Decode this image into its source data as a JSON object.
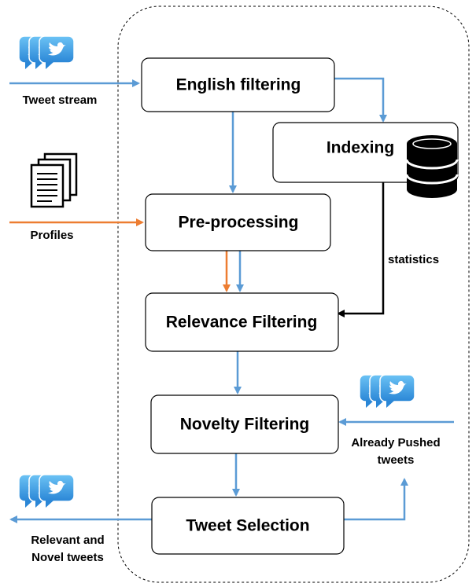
{
  "boxes": {
    "english_filtering": "English filtering",
    "indexing": "Indexing",
    "preprocessing": "Pre-processing",
    "relevance_filtering": "Relevance Filtering",
    "novelty_filtering": "Novelty Filtering",
    "tweet_selection": "Tweet Selection"
  },
  "labels": {
    "tweet_stream": "Tweet stream",
    "profiles": "Profiles",
    "statistics": "statistics",
    "already_pushed_line1": "Already Pushed",
    "already_pushed_line2": "tweets",
    "relevant_line1": "Relevant and",
    "relevant_line2": "Novel tweets"
  },
  "icons": {
    "tweets": "twitter-bird-icon",
    "profiles": "document-stack-icon",
    "database": "database-icon"
  },
  "colors": {
    "blue_arrow": "#5b9bd5",
    "orange_arrow": "#ed7d31",
    "black_arrow": "#000000"
  }
}
